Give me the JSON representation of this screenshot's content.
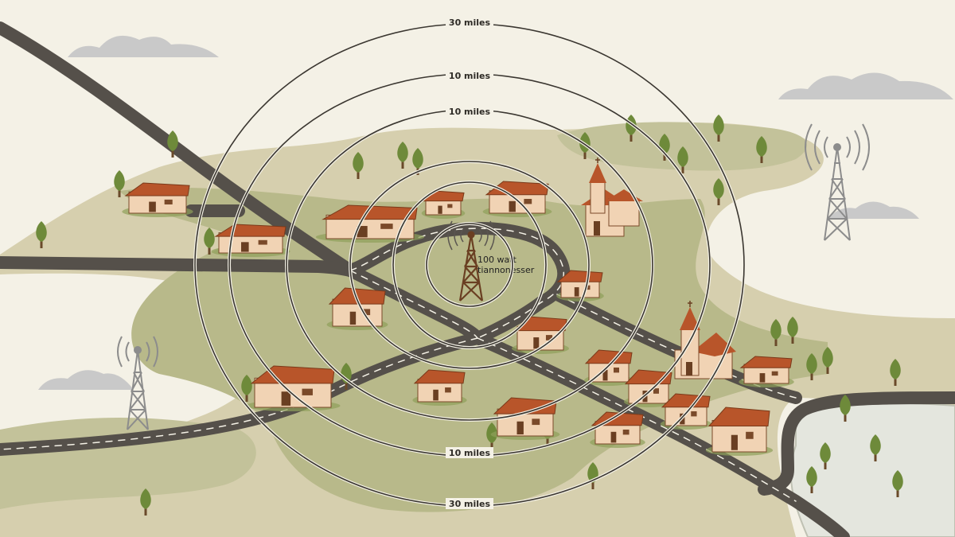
{
  "transmitter": {
    "label_line1": "100 watt",
    "label_line2": "tiannonesser"
  },
  "rings": [
    {
      "label": "30 miles"
    },
    {
      "label": "10 miles"
    },
    {
      "label": "10 miles"
    },
    {
      "label": ""
    },
    {
      "label": ""
    },
    {
      "label": ""
    }
  ],
  "lower_labels": [
    {
      "label": "10 miles"
    },
    {
      "label": "30 miles"
    }
  ],
  "colors": {
    "background": "#f4f1e6",
    "land": "#d6cfae",
    "grass": "#b8b98a",
    "road": "#55504a",
    "roof": "#b8552a",
    "wall": "#f1d3b4",
    "tree": "#6e8a3a",
    "tower_main": "#6a3f22",
    "tower_remote": "#8c8c8c",
    "ring": "#2e2b26",
    "water": "#e4e6de",
    "cloud": "#c9c9c9"
  }
}
